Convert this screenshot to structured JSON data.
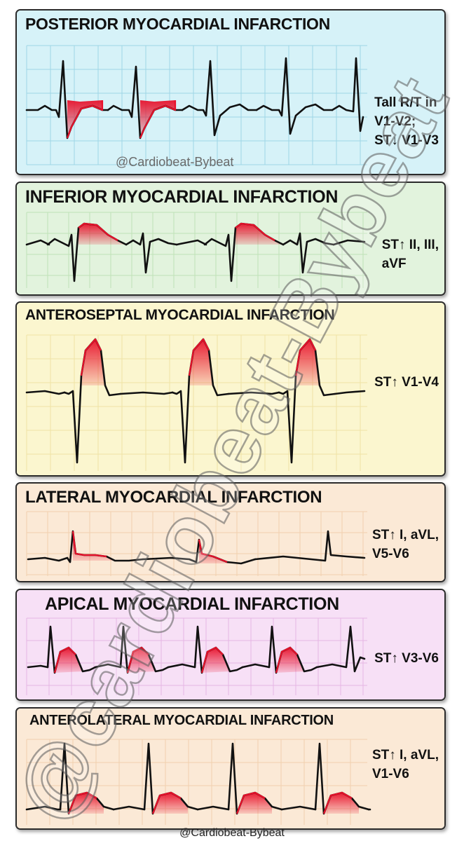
{
  "panels": [
    {
      "id": "posterior",
      "title": "POSTERIOR MYOCARDIAL INFARCTION",
      "label_lines": [
        "Tall R/T in",
        "V1-V2;",
        "ST↓ V1-V3"
      ],
      "bg": "#d6f2f8",
      "grid": "#9ed6e6"
    },
    {
      "id": "inferior",
      "title": "INFERIOR MYOCARDIAL INFARCTION",
      "label_lines": [
        "ST↑ II, III,",
        "aVF"
      ],
      "bg": "#e2f3dd",
      "grid": "#bfe1b6"
    },
    {
      "id": "anteroseptal",
      "title": "ANTEROSEPTAL MYOCARDIAL INFARCTION",
      "label_lines": [
        "ST↑ V1-V4"
      ],
      "bg": "#fbf6cf",
      "grid": "#efe3a4"
    },
    {
      "id": "lateral",
      "title": "LATERAL MYOCARDIAL INFARCTION",
      "label_lines": [
        "ST↑ I, aVL,",
        "V5-V6"
      ],
      "bg": "#fbe9d6",
      "grid": "#f0cfae"
    },
    {
      "id": "apical",
      "title": "APICAL MYOCARDIAL INFARCTION",
      "label_lines": [
        "ST↑ V3-V6"
      ],
      "bg": "#f7e0f6",
      "grid": "#e6b6e4"
    },
    {
      "id": "anterolateral",
      "title": "ANTEROLATERAL MYOCARDIAL INFARCTION",
      "label_lines": [
        "ST↑ I, aVL,",
        "V1-V6"
      ],
      "bg": "#fbe9d6",
      "grid": "#f0cfae"
    }
  ],
  "handle_text": "@Cardiobeat-Bybeat",
  "watermark_text": "@cardiobeat-Bybeat",
  "footer_text": "@Cardiobeat-Bybeat",
  "colors": {
    "trace": "#111111",
    "highlight": "#e8102a"
  }
}
